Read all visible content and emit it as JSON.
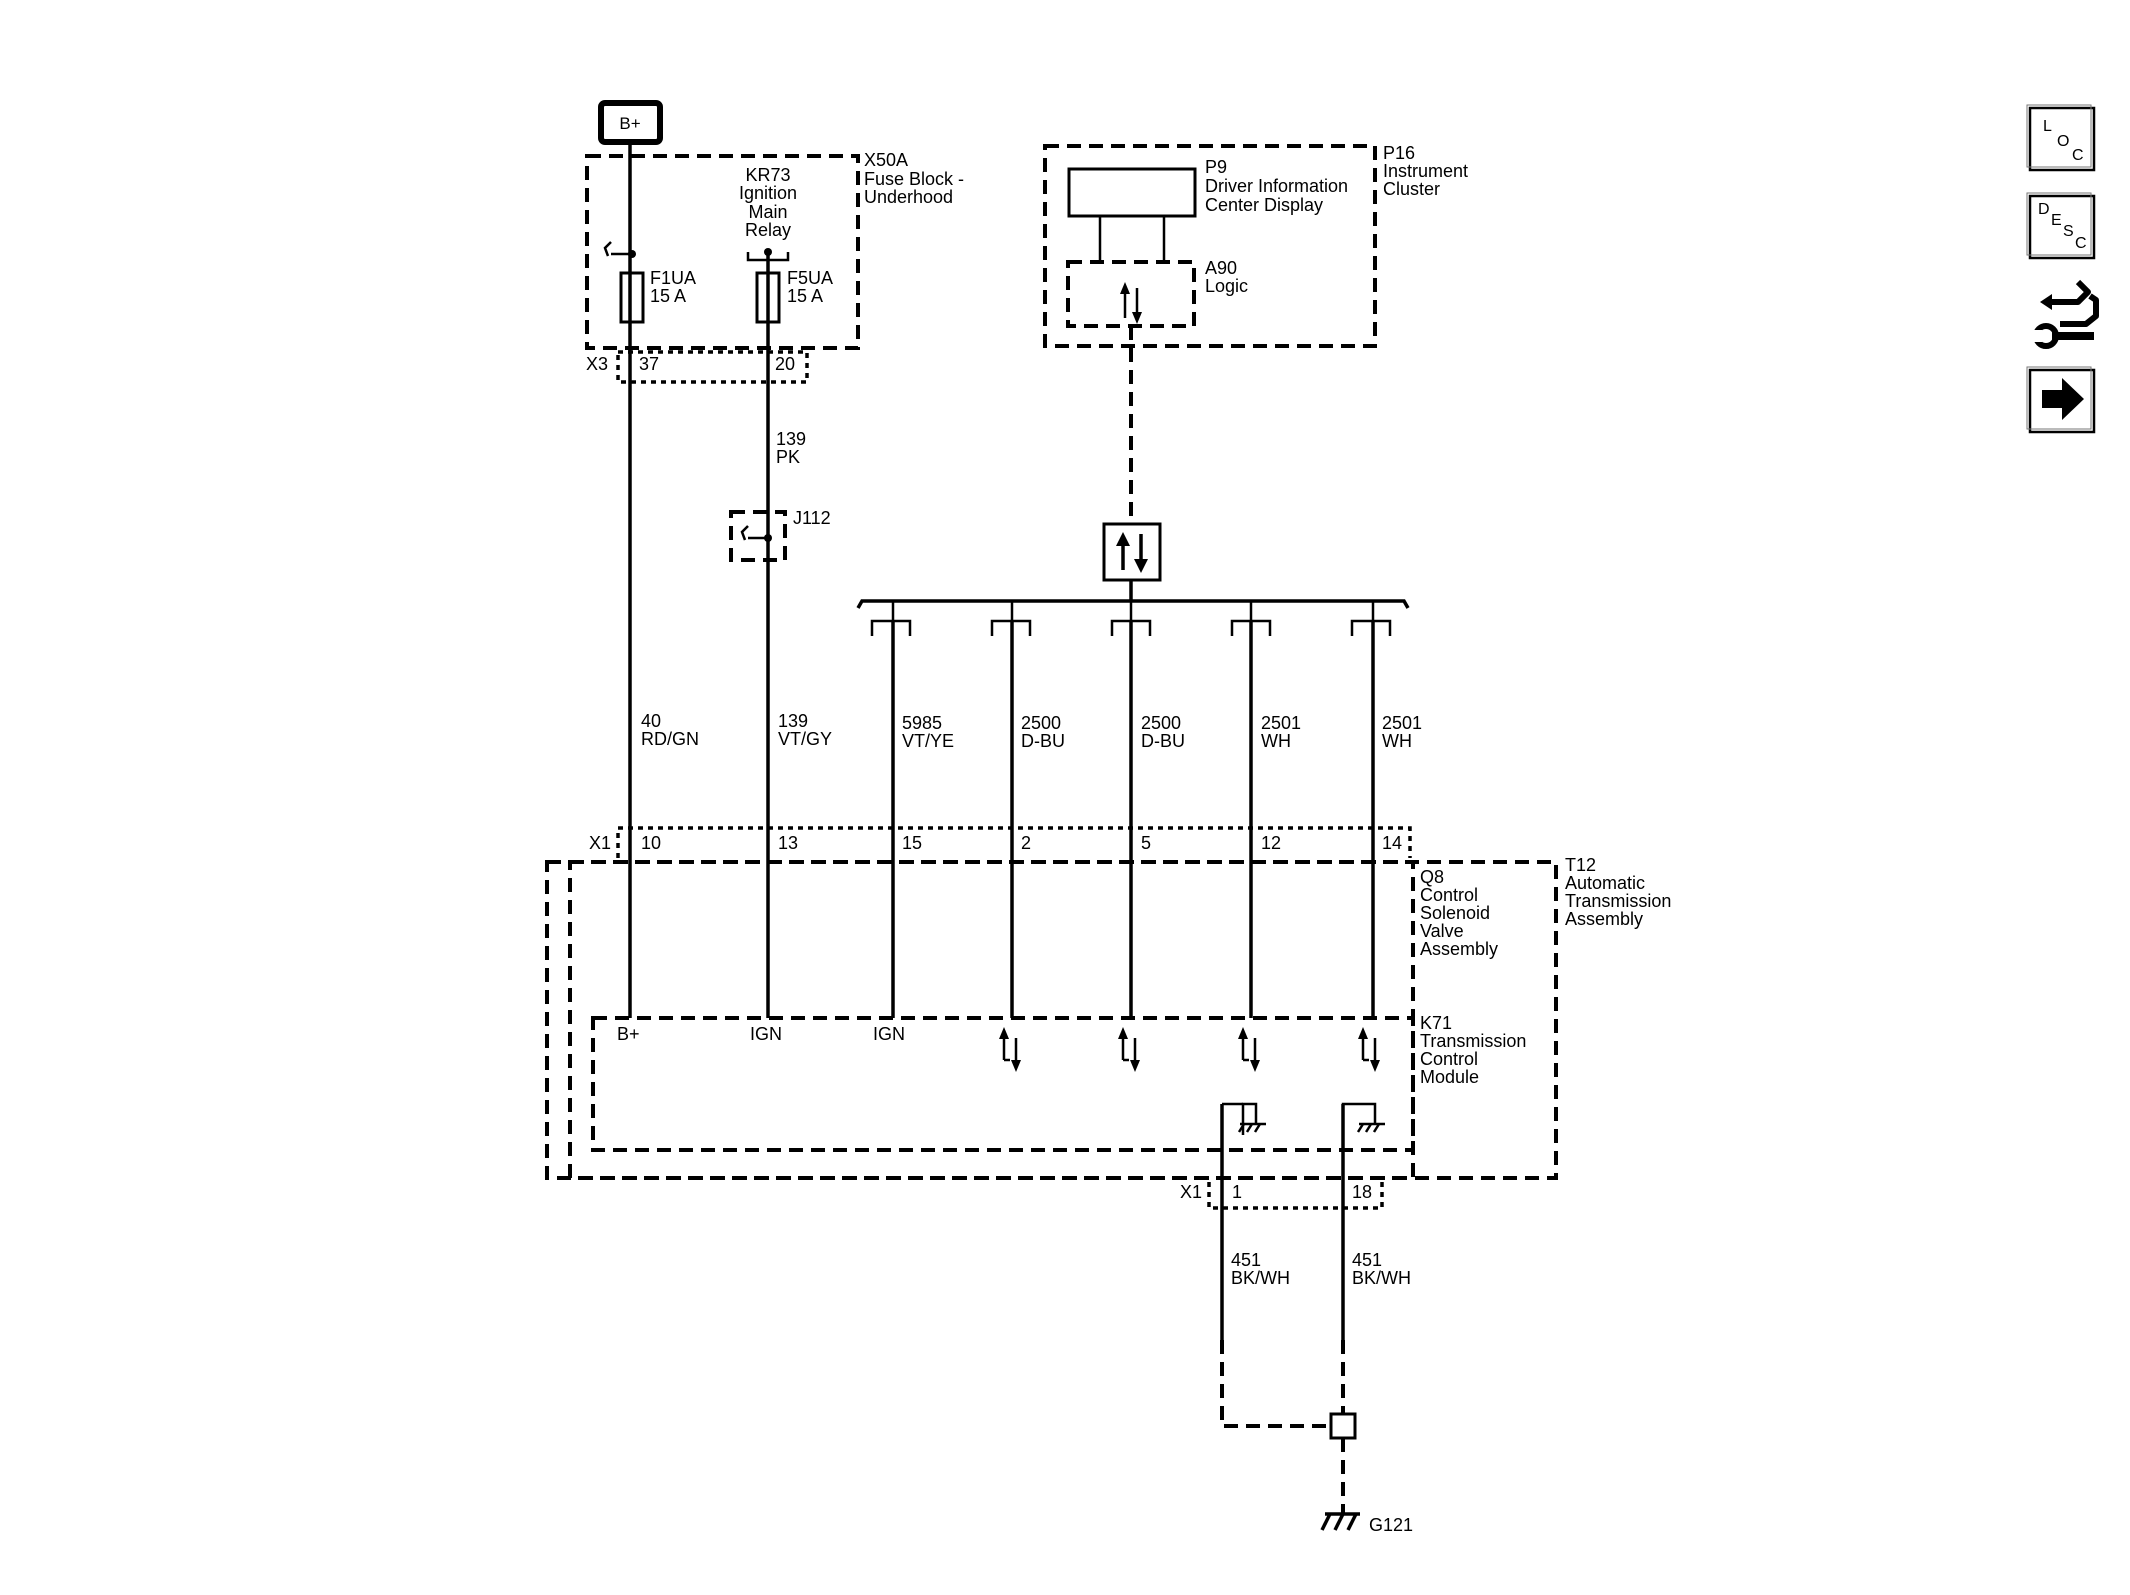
{
  "power": {
    "label": "B+"
  },
  "fuse_block": {
    "id": "X50A",
    "name": [
      "Fuse Block -",
      "Underhood"
    ],
    "connector": "X3",
    "pins": [
      "37",
      "20"
    ]
  },
  "relay": {
    "id": "KR73",
    "name": [
      "Ignition",
      "Main",
      "Relay"
    ]
  },
  "fuses": [
    {
      "id": "F1UA",
      "rating": "15 A"
    },
    {
      "id": "F5UA",
      "rating": "15 A"
    }
  ],
  "wire_top": {
    "circuit": "139",
    "color": "PK"
  },
  "splice": {
    "id": "J112"
  },
  "cluster": {
    "id": "P16",
    "name": [
      "Instrument",
      "Cluster"
    ]
  },
  "display": {
    "id": "P9",
    "name": [
      "Driver Information",
      "Center Display"
    ]
  },
  "logic": {
    "id": "A90",
    "name": "Logic"
  },
  "wires": [
    {
      "circuit": "40",
      "color": "RD/GN",
      "pin": "10",
      "terminal": "B+"
    },
    {
      "circuit": "139",
      "color": "VT/GY",
      "pin": "13",
      "terminal": "IGN"
    },
    {
      "circuit": "5985",
      "color": "VT/YE",
      "pin": "15",
      "terminal": "IGN"
    },
    {
      "circuit": "2500",
      "color": "D-BU",
      "pin": "2",
      "terminal": ""
    },
    {
      "circuit": "2500",
      "color": "D-BU",
      "pin": "5",
      "terminal": ""
    },
    {
      "circuit": "2501",
      "color": "WH",
      "pin": "12",
      "terminal": ""
    },
    {
      "circuit": "2501",
      "color": "WH",
      "pin": "14",
      "terminal": ""
    }
  ],
  "connector_x1": "X1",
  "valve_assembly": {
    "id": "Q8",
    "name": [
      "Control",
      "Solenoid",
      "Valve",
      "Assembly"
    ]
  },
  "transmission": {
    "id": "T12",
    "name": [
      "Automatic",
      "Transmission",
      "Assembly"
    ]
  },
  "tcm": {
    "id": "K71",
    "name": [
      "Transmission",
      "Control",
      "Module"
    ]
  },
  "ground_wires": [
    {
      "circuit": "451",
      "color": "BK/WH",
      "pin": "1"
    },
    {
      "circuit": "451",
      "color": "BK/WH",
      "pin": "18"
    }
  ],
  "ground": {
    "id": "G121"
  },
  "nav": {
    "loc": [
      "L",
      "O",
      "C"
    ],
    "desc": [
      "D",
      "E",
      "S",
      "C"
    ]
  }
}
